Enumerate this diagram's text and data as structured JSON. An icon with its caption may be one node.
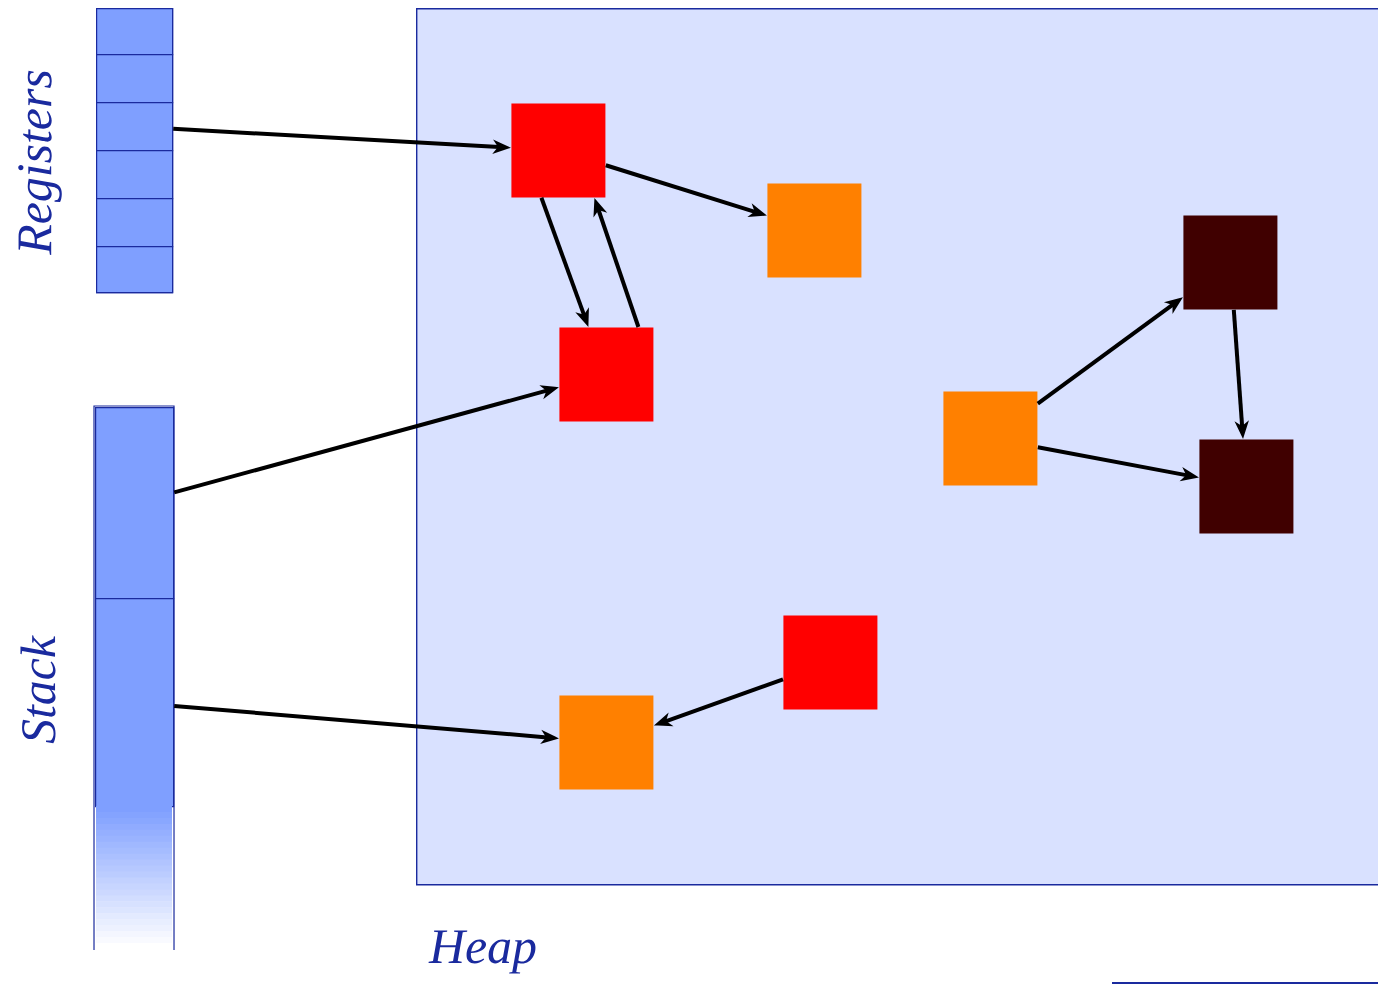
{
  "diagram": {
    "nodes": [
      {
        "text": [
          "Registers"
        ]
      },
      {
        "text": [],
        "shape": "box",
        "in": 0
      },
      {
        "text": [],
        "shape": "box",
        "in": 0
      },
      {
        "text": [],
        "shape": "box",
        "in": 0
      },
      {
        "text": [],
        "shape": "box",
        "in": 0
      },
      {
        "text": [],
        "shape": "box",
        "in": 0
      },
      {
        "text": [],
        "shape": "box",
        "in": 0
      },
      {
        "text": [
          "Stack"
        ]
      },
      {
        "text": [],
        "shape": "box",
        "in": 7
      },
      {
        "text": [],
        "shape": "box",
        "in": 7
      },
      {
        "text": [],
        "shape": "box",
        "in": 7
      },
      {
        "text": [
          "Heap"
        ]
      },
      {
        "text": [],
        "shape": "box",
        "in": 11
      },
      {
        "text": [],
        "shape": "box",
        "in": 11
      },
      {
        "text": [],
        "shape": "box",
        "in": 11
      },
      {
        "text": [],
        "shape": "box",
        "in": 11
      },
      {
        "text": [],
        "shape": "box",
        "in": 11
      },
      {
        "text": [],
        "shape": "box",
        "in": 11
      },
      {
        "text": [],
        "shape": "box",
        "in": 11
      },
      {
        "text": [],
        "shape": "box",
        "in": 11
      }
    ],
    "edges": [
      {
        "from": 3,
        "to": 12,
        "arrow": "to"
      },
      {
        "from": 12,
        "to": 13,
        "arrow": "to"
      },
      {
        "from": 12,
        "to": 14,
        "arrow": "to"
      },
      {
        "from": 14,
        "to": 12,
        "arrow": "to"
      },
      {
        "from": 8,
        "to": 14,
        "arrow": "to"
      },
      {
        "from": 15,
        "to": 16,
        "arrow": "to"
      },
      {
        "from": 16,
        "to": 17,
        "arrow": "to"
      },
      {
        "from": 15,
        "to": 17,
        "arrow": "to"
      },
      {
        "from": 18,
        "to": 19,
        "arrow": "to"
      },
      {
        "from": 9,
        "to": 19,
        "arrow": "to"
      }
    ]
  }
}
